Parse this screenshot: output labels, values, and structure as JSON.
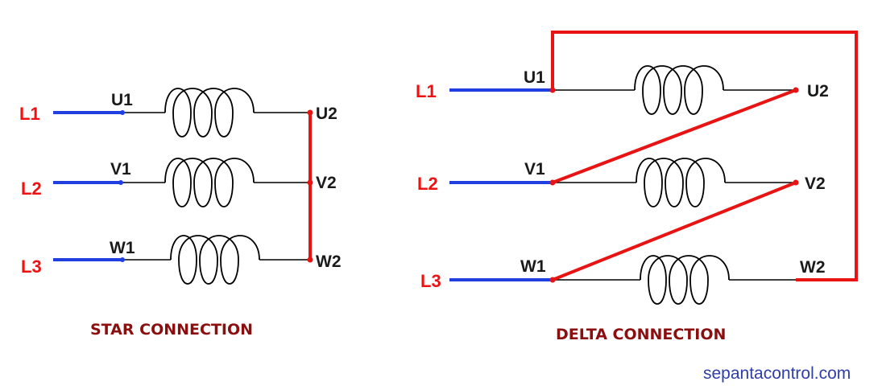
{
  "star": {
    "title": "STAR CONNECTION",
    "lines": [
      "L1",
      "L2",
      "L3"
    ],
    "starts": [
      "U1",
      "V1",
      "W1"
    ],
    "ends": [
      "U2",
      "V2",
      "W2"
    ]
  },
  "delta": {
    "title": "DELTA CONNECTION",
    "lines": [
      "L1",
      "L2",
      "L3"
    ],
    "starts": [
      "U1",
      "V1",
      "W1"
    ],
    "ends": [
      "U2",
      "V2",
      "W2"
    ]
  },
  "watermark": "sepantacontrol.com",
  "colors": {
    "supply_line": "#1f3fe0",
    "bridge": "#e81414",
    "line_label": "#ee1111",
    "title": "#8b0f0f",
    "watermark": "#2f3ea8"
  }
}
